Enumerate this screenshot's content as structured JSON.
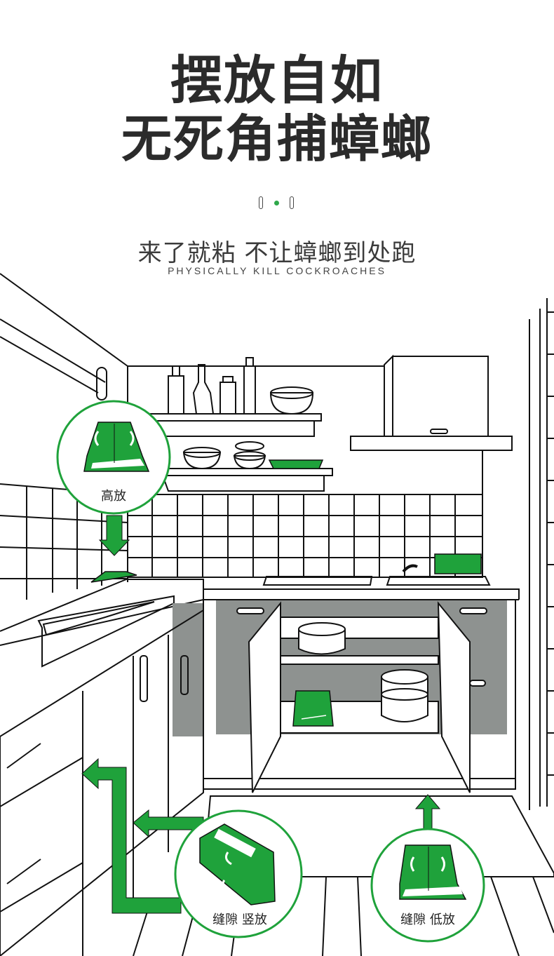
{
  "headline": {
    "line1": "摆放自如",
    "line2": "无死角捕蟑螂"
  },
  "subtitle": "来了就粘 不让蟑螂到处跑",
  "subtitle_en": "PHYSICALLY KILL COCKROACHES",
  "callouts": [
    {
      "label": "高放"
    },
    {
      "label": "缝隙 竖放"
    },
    {
      "label": "缝隙 低放"
    }
  ],
  "colors": {
    "accent_green": "#1fa23b",
    "cabinet_gray": "#8e9290",
    "line": "#111111"
  }
}
